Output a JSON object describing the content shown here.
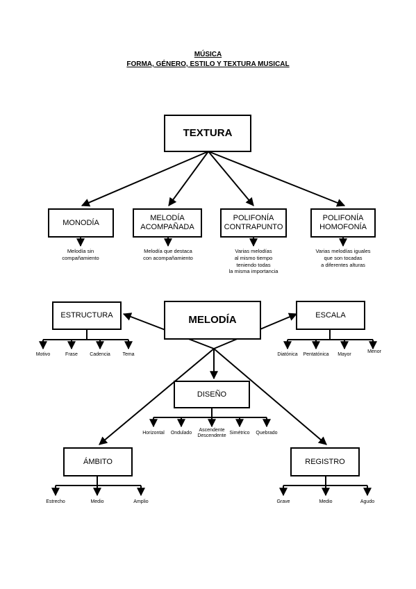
{
  "header": {
    "title": "MÚSICA",
    "subtitle": "FORMA, GÉNERO, ESTILO Y TEXTURA MUSICAL"
  },
  "textura": {
    "title": "TEXTURA",
    "types": [
      {
        "label": "MONODÍA",
        "description": "Melodía sin\ncompañamiento"
      },
      {
        "label": "MELODÍA\nACOMPAÑADA",
        "description": "Melodía que destaca\ncon acompañamiento"
      },
      {
        "label": "POLIFONÍA\nCONTRAPUNTO",
        "description": "Varias melodías\nal mismo tiempo\nteniendo todas\nla misma importancia"
      },
      {
        "label": "POLIFONÍA\nHOMOFONÍA",
        "description": "Varias melodías iguales\nque son tocadas\na diferentes alturas"
      }
    ]
  },
  "melodia": {
    "title": "MELODÍA",
    "estructura": {
      "label": "ESTRUCTURA",
      "items": [
        "Motivo",
        "Frase",
        "Cadencia",
        "Tema"
      ]
    },
    "escala": {
      "label": "ESCALA",
      "items": [
        "Diatónica",
        "Pentatónica",
        "Mayor",
        "Menor"
      ]
    },
    "diseno": {
      "label": "DISEÑO",
      "items": [
        "Horizontal",
        "Ondulado",
        "Ascendente\nDescendente",
        "Simétrico",
        "Quebrado"
      ]
    },
    "ambito": {
      "label": "ÁMBITO",
      "items": [
        "Estrecho",
        "Medio",
        "Amplio"
      ]
    },
    "registro": {
      "label": "REGISTRO",
      "items": [
        "Grave",
        "Medio",
        "Agudo"
      ]
    }
  }
}
